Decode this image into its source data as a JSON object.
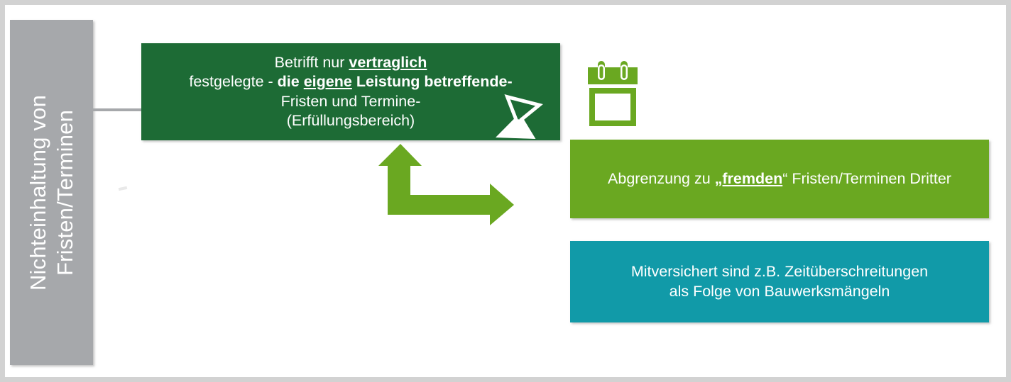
{
  "diagram": {
    "title_band": {
      "line1": "Nichteinhaltung von",
      "line2": "Fristen/Terminen",
      "color": "#a6a8ab",
      "text_color": "#ffffff"
    },
    "boxes": [
      {
        "id": "contract",
        "color": "#1d6b35",
        "text_color": "#ffffff",
        "lines": [
          "Betrifft nur vertraglich",
          "festgelegte  - die eigene Leistung betreffende-",
          "Fristen und Termine-",
          "(Erfüllungsbereich)"
        ],
        "emphasis": [
          "vertraglich",
          "eigene"
        ],
        "bold_segments": [
          "die eigene Leistung betreffende-"
        ]
      },
      {
        "id": "third-party",
        "color": "#6aa821",
        "text_color": "#ffffff",
        "lines": [
          "Abgrenzung zu „fremden“ Fristen/Terminen Dritter"
        ],
        "emphasis": [
          "fremden"
        ]
      },
      {
        "id": "covered",
        "color": "#119aa8",
        "text_color": "#ffffff",
        "lines": [
          "Mitversichert sind z.B. Zeitüberschreitungen",
          "als Folge von Bauwerksmängeln"
        ],
        "emphasis": []
      }
    ],
    "icons": [
      {
        "name": "hourglass-icon",
        "color": "#ffffff",
        "on": "contract"
      },
      {
        "name": "calendar-icon",
        "color": "#6aa821",
        "on": "canvas"
      },
      {
        "name": "bent-double-arrow-icon",
        "color": "#6aa821",
        "on": "canvas"
      }
    ],
    "connector": {
      "name": "band-to-box-connector",
      "color": "#a6a8ab"
    },
    "frame": {
      "outer_color": "#d2d2d2",
      "inner_color": "#ffffff"
    }
  },
  "text": {
    "band_line1": "Nichteinhaltung von",
    "band_line2": "Fristen/Terminen",
    "contract_l1_a": "Betrifft nur ",
    "contract_l1_b": "vertraglich",
    "contract_l2_a": "festgelegte  - ",
    "contract_l2_b": "die ",
    "contract_l2_c": "eigene",
    "contract_l2_d": " Leistung betreffende-",
    "contract_l3": "Fristen und Termine-",
    "contract_l4": "(Erfüllungsbereich)",
    "third_a": "Abgrenzung zu ",
    "third_b": "„fremden",
    "third_c": "“ Fristen/Terminen Dritter",
    "covered_l1": "Mitversichert sind z.B. Zeitüberschreitungen",
    "covered_l2": "als Folge von Bauwerksmängeln"
  }
}
